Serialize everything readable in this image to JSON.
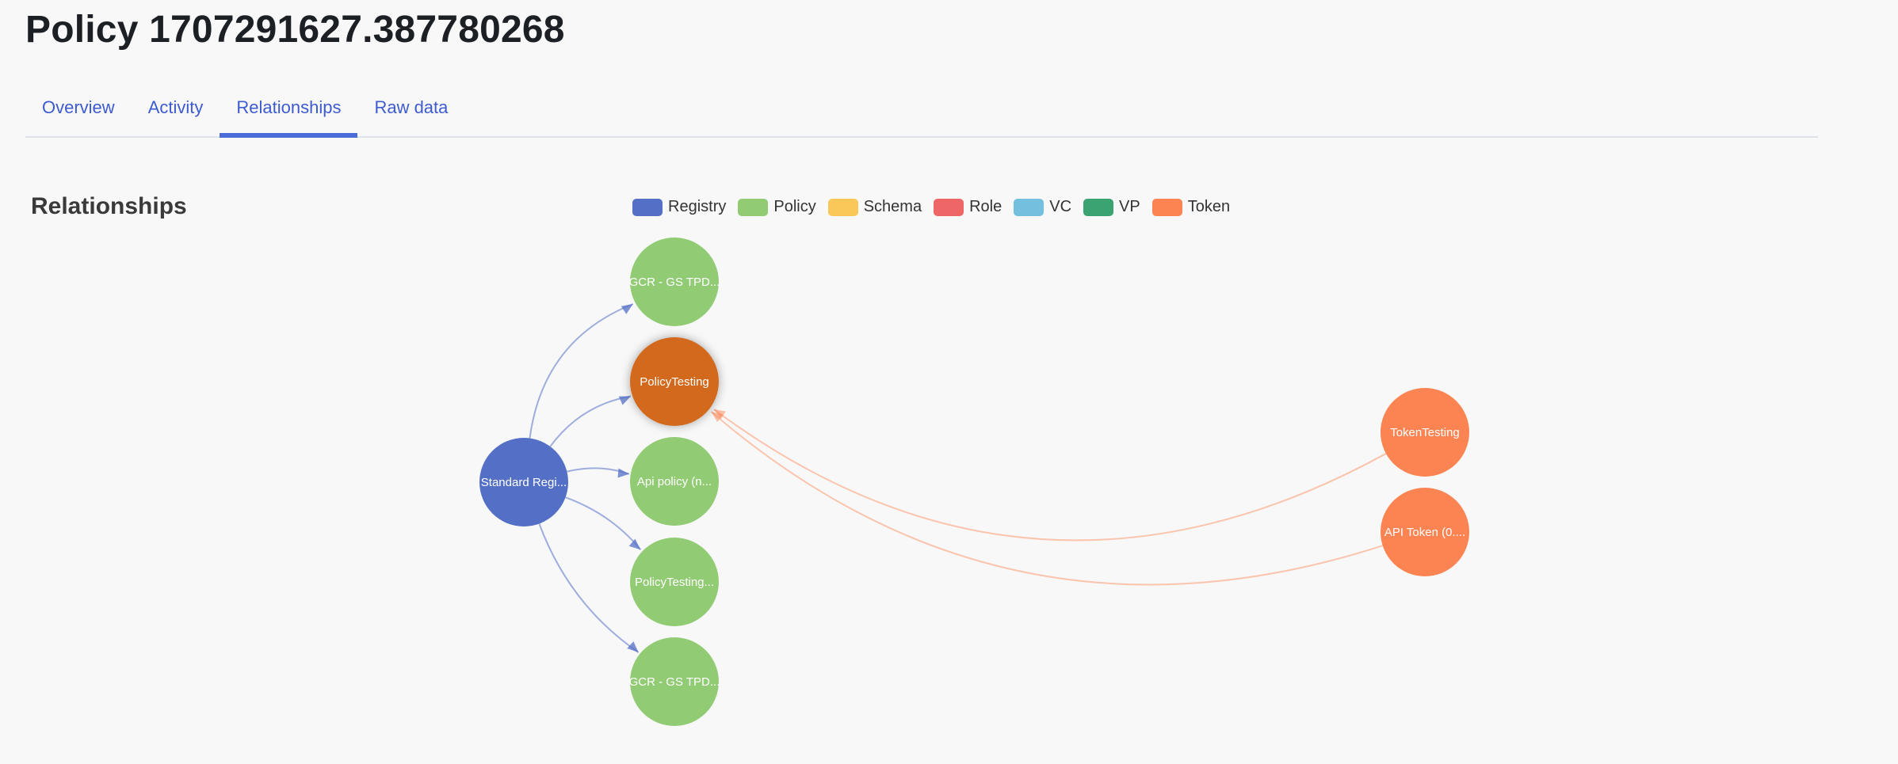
{
  "page": {
    "title": "Policy 1707291627.387780268"
  },
  "tabs": [
    {
      "label": "Overview",
      "active": false
    },
    {
      "label": "Activity",
      "active": false
    },
    {
      "label": "Relationships",
      "active": true
    },
    {
      "label": "Raw data",
      "active": false
    }
  ],
  "relationships": {
    "title": "Relationships",
    "legend": [
      {
        "label": "Registry",
        "color": "#5470c6"
      },
      {
        "label": "Policy",
        "color": "#91cc75"
      },
      {
        "label": "Schema",
        "color": "#fac858"
      },
      {
        "label": "Role",
        "color": "#ee6666"
      },
      {
        "label": "VC",
        "color": "#73c0de"
      },
      {
        "label": "VP",
        "color": "#3ba272"
      },
      {
        "label": "Token",
        "color": "#fc8452"
      }
    ],
    "highlight_color": "#d2691e",
    "nodes": [
      {
        "id": "gcr1",
        "label": "GCR - GS TPD...",
        "category": "Policy"
      },
      {
        "id": "policytesting",
        "label": "PolicyTesting",
        "category": "Policy",
        "highlighted": true
      },
      {
        "id": "apipolicy",
        "label": "Api policy (n...",
        "category": "Policy"
      },
      {
        "id": "policytesting2",
        "label": "PolicyTesting...",
        "category": "Policy"
      },
      {
        "id": "gcr2",
        "label": "GCR - GS TPD...",
        "category": "Policy"
      },
      {
        "id": "registry",
        "label": "Standard Regi...",
        "category": "Registry"
      },
      {
        "id": "tokentesting",
        "label": "TokenTesting",
        "category": "Token"
      },
      {
        "id": "apitoken",
        "label": "API Token (0....",
        "category": "Token"
      }
    ],
    "links": [
      {
        "source": "registry",
        "target": "gcr1"
      },
      {
        "source": "registry",
        "target": "policytesting"
      },
      {
        "source": "registry",
        "target": "apipolicy"
      },
      {
        "source": "registry",
        "target": "policytesting2"
      },
      {
        "source": "registry",
        "target": "gcr2"
      },
      {
        "source": "tokentesting",
        "target": "policytesting"
      },
      {
        "source": "apitoken",
        "target": "policytesting"
      }
    ]
  }
}
